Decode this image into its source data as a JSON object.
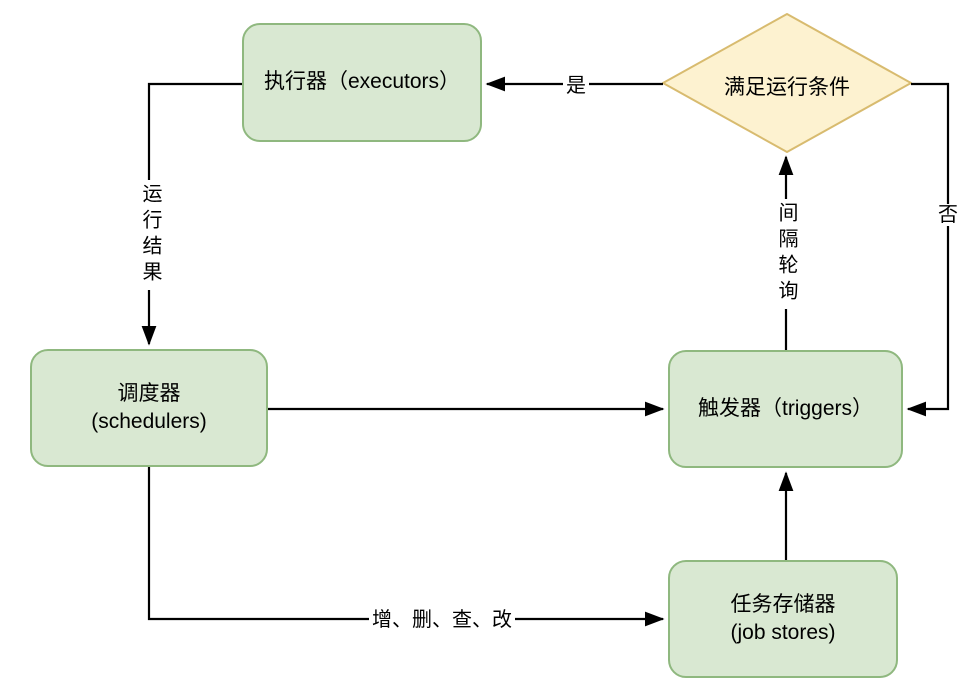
{
  "nodes": {
    "executors": {
      "label": "执行器（executors）"
    },
    "condition": {
      "label": "满足运行条件"
    },
    "schedulers": {
      "line1": "调度器",
      "line2": "(schedulers)"
    },
    "triggers": {
      "label": "触发器（triggers）"
    },
    "jobstores": {
      "line1": "任务存储器",
      "line2": "(job stores)"
    }
  },
  "edge_labels": {
    "yes": "是",
    "no": "否",
    "run_result": "运行结果",
    "interval_poll": "间隔轮询",
    "crud": "增、删、查、改"
  },
  "colors": {
    "node_fill": "#d9e8d2",
    "node_stroke": "#8fb87f",
    "diamond_fill": "#fdf2d0",
    "diamond_stroke": "#d8bb6f",
    "edge": "#000000"
  }
}
